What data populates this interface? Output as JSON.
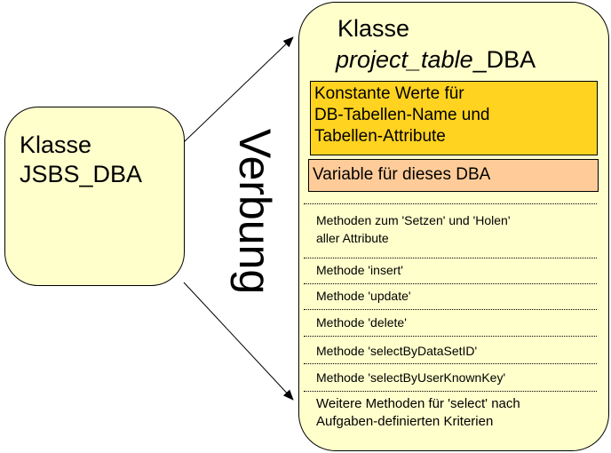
{
  "base_class": {
    "line1": "Klasse",
    "line2": "JSBS_DBA"
  },
  "inheritance_label": "Verbung",
  "derived_class": {
    "line1": "Klasse",
    "line2_italic": "project_table",
    "line2_suffix": "_DBA"
  },
  "constants_box": [
    "Konstante Werte für",
    "DB-Tabellen-Name und",
    "Tabellen-Attribute"
  ],
  "variable_box": "Variable für dieses DBA",
  "methods": [
    "Methoden zum 'Setzen' und 'Holen'\naller Attribute",
    "Methode 'insert'",
    "Methode 'update'",
    "Methode 'delete'",
    "Methode 'selectByDataSetID'",
    "Methode 'selectByUserKnownKey'",
    "Weitere Methoden für 'select' nach\nAufgaben-definierten Kriterien"
  ],
  "colors": {
    "class_fill": "#ffffcc",
    "constants_fill": "#ffd320",
    "variable_fill": "#ffcc99"
  }
}
